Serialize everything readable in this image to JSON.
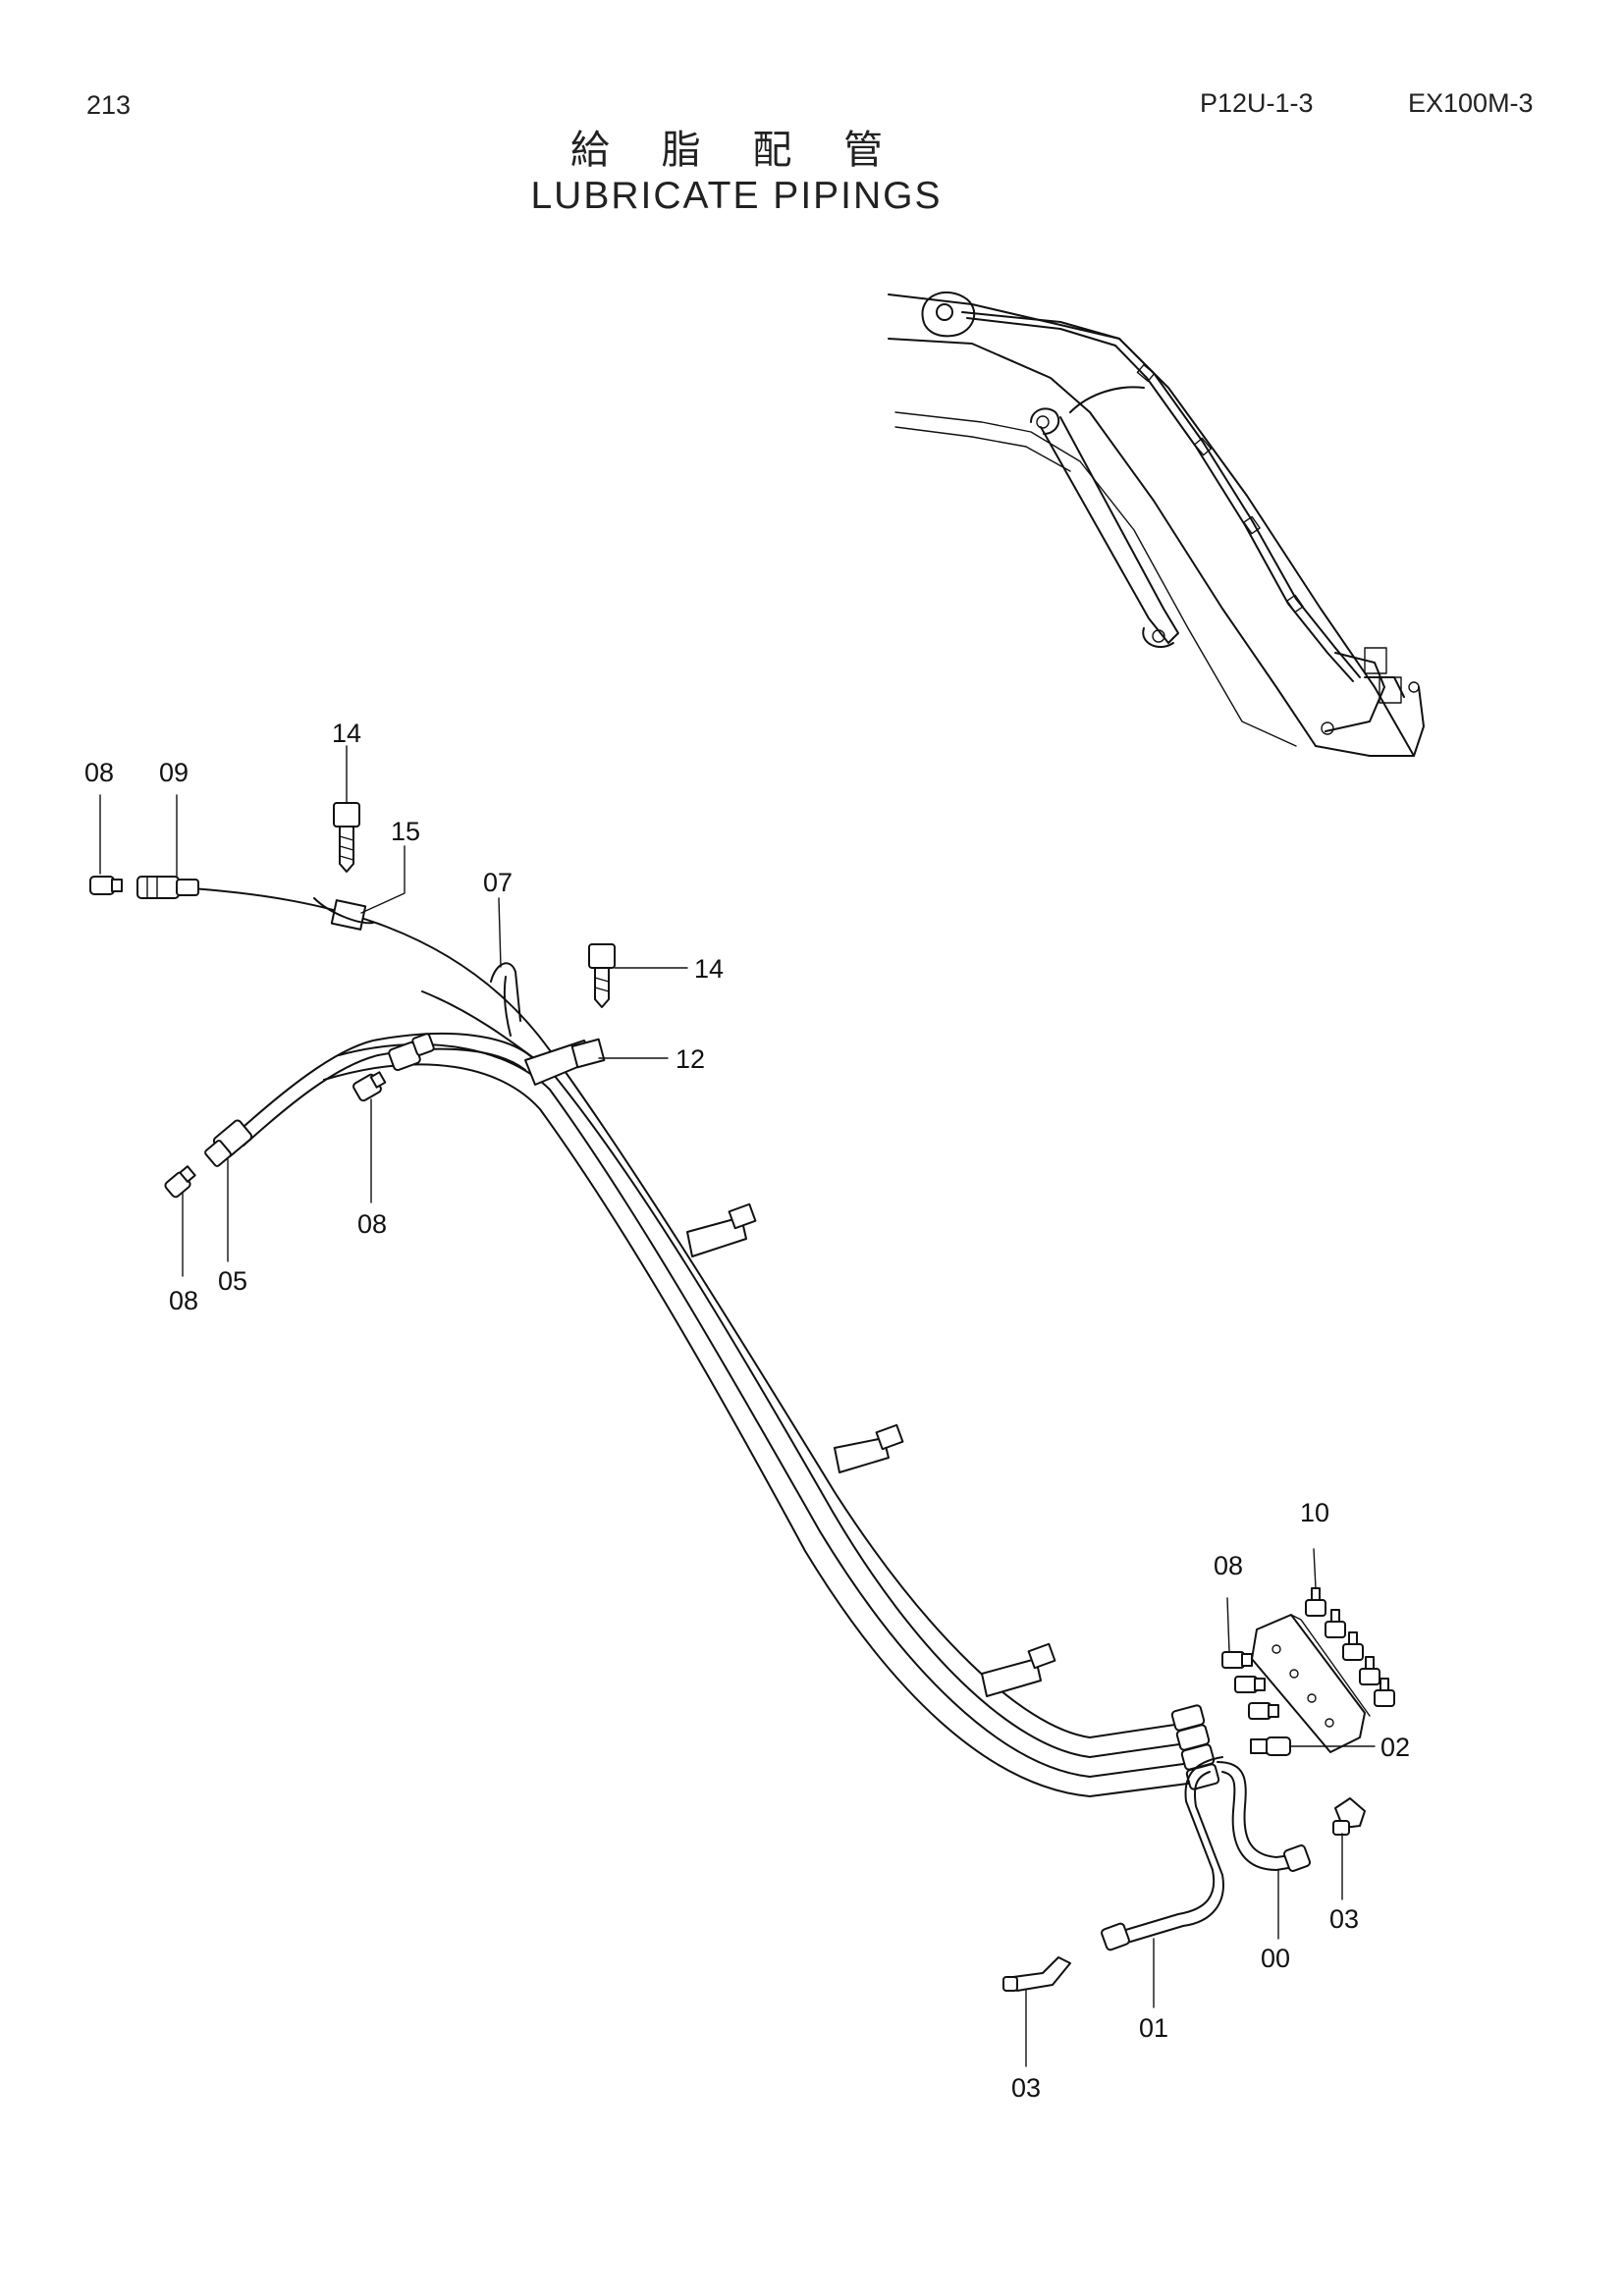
{
  "header": {
    "page_number": "213",
    "doc_code": "P12U-1-3",
    "model": "EX100M-3",
    "title_jp": "給 脂 配 管",
    "title_en": "LUBRICATE PIPINGS"
  },
  "callouts": {
    "c08_top_left": "08",
    "c09": "09",
    "c14_top": "14",
    "c15": "15",
    "c07": "07",
    "c14_right": "14",
    "c12": "12",
    "c08_mid": "08",
    "c05": "05",
    "c08_low_left": "08",
    "c10": "10",
    "c08_block": "08",
    "c02": "02",
    "c03_right": "03",
    "c00": "00",
    "c01": "01",
    "c03_bottom": "03"
  }
}
